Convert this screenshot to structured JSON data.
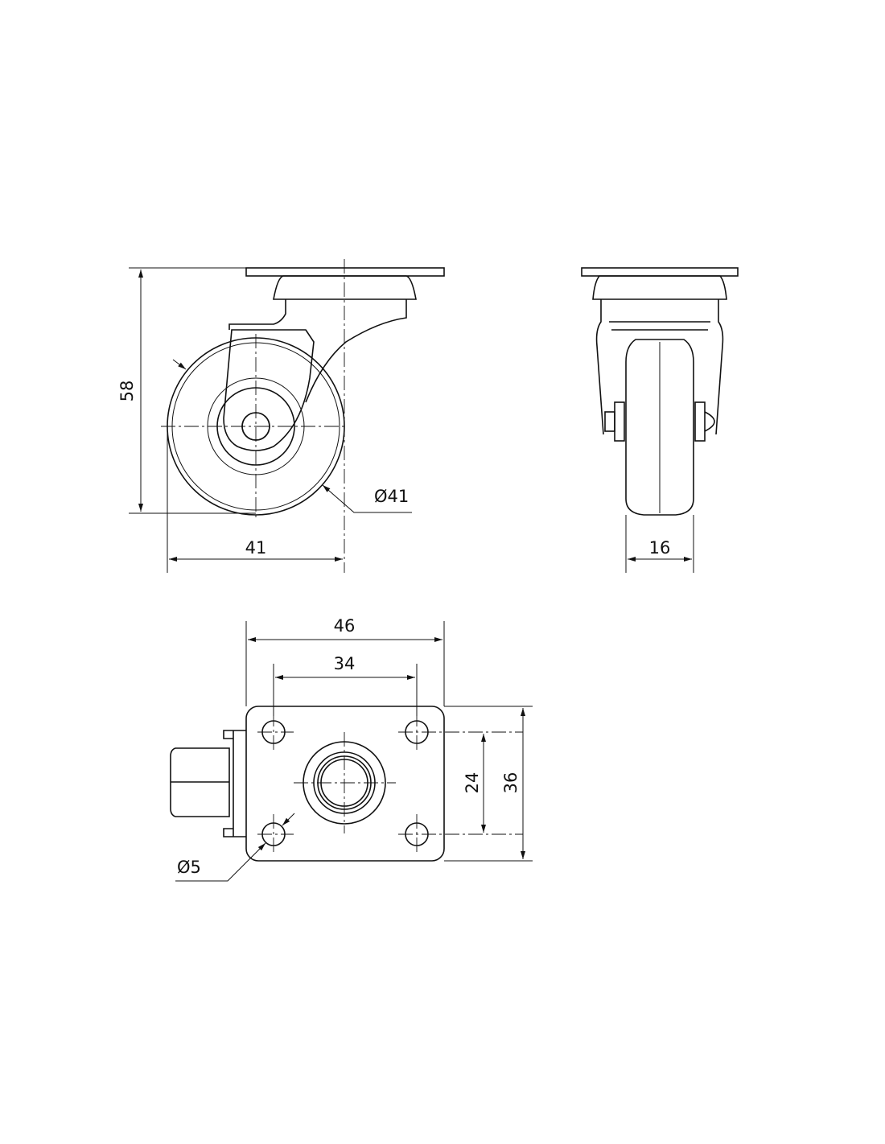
{
  "drawing": {
    "side_view": {
      "height_label": "58",
      "width_label": "41",
      "wheel_diameter_label": "Ø41"
    },
    "front_view": {
      "wheel_width_label": "16"
    },
    "bottom_view": {
      "plate_width_label": "46",
      "hole_spacing_x_label": "34",
      "hole_spacing_y_label": "24",
      "plate_depth_label": "36",
      "hole_diameter_label": "Ø5"
    }
  }
}
